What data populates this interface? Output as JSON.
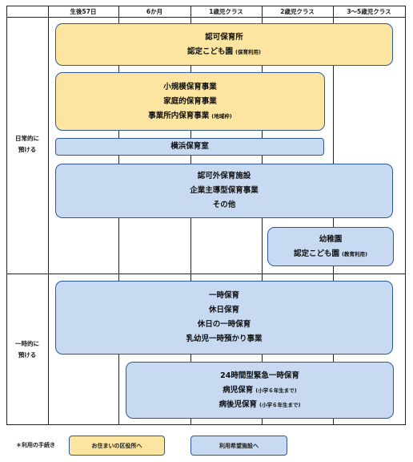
{
  "columns": [
    "生後57日",
    "6か月",
    "1歳児クラス",
    "2歳児クラス",
    "3～5歳児クラス"
  ],
  "rows": {
    "regular": [
      "日常的に",
      "預ける"
    ],
    "temporary": [
      "一時的に",
      "預ける"
    ]
  },
  "boxes": {
    "ninka": {
      "lines": [
        "認可保育所"
      ],
      "last": "認定こども園",
      "note": "(保育利用)"
    },
    "small_scale": {
      "lines": [
        "小規模保育事業",
        "家庭的保育事業"
      ],
      "last": "事業所内保育事業",
      "note": "(地域枠)"
    },
    "yokohama": {
      "lines": [
        "横浜保育室"
      ]
    },
    "ninkagai": {
      "lines": [
        "認可外保育施設",
        "企業主導型保育事業",
        "その他"
      ]
    },
    "kindergarten": {
      "lines": [
        "幼稚園"
      ],
      "last": "認定こども園",
      "note": "(教育利用)"
    },
    "temporary": {
      "lines": [
        "一時保育",
        "休日保育",
        "休日の一時保育",
        "乳幼児一時預かり事業"
      ]
    },
    "emergency": {
      "lines": [
        "24時間型緊急一時保育"
      ],
      "sick": "病児保育",
      "sick_note": "(小学６年生まで)",
      "post_sick": "病後児保育",
      "post_sick_note": "(小学６年生まで)"
    }
  },
  "footer": {
    "note": "＊利用の手続き",
    "legend_yellow": "お住まいの区役所へ",
    "legend_blue": "利用希望施設へ"
  },
  "colors": {
    "yellow": "#fce5a0",
    "blue": "#c7daf1",
    "border": "#2f56a3"
  }
}
